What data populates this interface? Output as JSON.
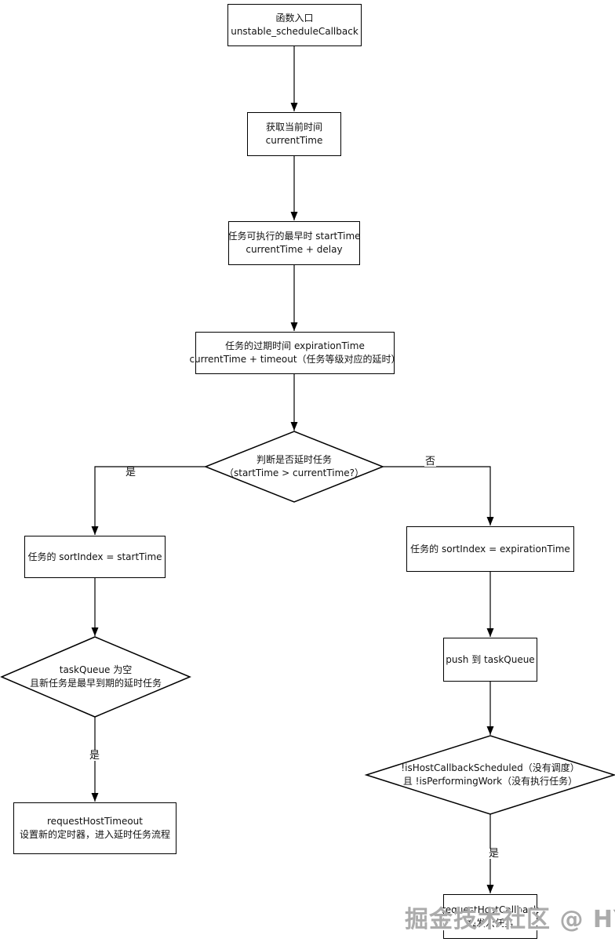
{
  "nodes": {
    "entry": {
      "lines": [
        "函数入口",
        "unstable_scheduleCallback"
      ]
    },
    "get_current_time": {
      "lines": [
        "获取当前时间",
        "currentTime"
      ]
    },
    "start_time": {
      "lines": [
        "任务可执行的最早时 startTime",
        "currentTime + delay"
      ]
    },
    "expiration_time": {
      "lines": [
        "任务的过期时间 expirationTime",
        "currentTime + timeout（任务等级对应的延时）"
      ]
    },
    "is_delayed_decision": {
      "lines": [
        "判断是否延时任务",
        "（startTime > currentTime?）"
      ]
    },
    "sort_index_start_time": {
      "lines": [
        "任务的 sortIndex = startTime"
      ]
    },
    "sort_index_expiration_time": {
      "lines": [
        "任务的 sortIndex = expirationTime"
      ]
    },
    "task_queue_empty_decision": {
      "lines": [
        "taskQueue 为空",
        "且新任务是最早到期的延时任务"
      ]
    },
    "request_host_timeout": {
      "lines": [
        "requestHostTimeout",
        "设置新的定时器，进入延时任务流程"
      ]
    },
    "push_task_queue": {
      "lines": [
        "push 到 taskQueue"
      ]
    },
    "not_scheduled_decision": {
      "lines": [
        "!isHostCallbackScheduled（没有调度）",
        "且 !isPerformingWork（没有执行任务）"
      ]
    },
    "request_host_callback": {
      "lines": [
        "requestHostCallback",
        "触发宏任务"
      ]
    }
  },
  "edge_labels": {
    "yes_left": "是",
    "no_right": "否",
    "yes_bottom_left": "是",
    "yes_bottom_right": "是"
  },
  "watermark": "掘金技术社区 @ HYY",
  "colors": {
    "background": "#ffffff",
    "node_fill": "#ffffff",
    "node_border": "#000000",
    "line": "#000000",
    "watermark": "#ababab"
  }
}
